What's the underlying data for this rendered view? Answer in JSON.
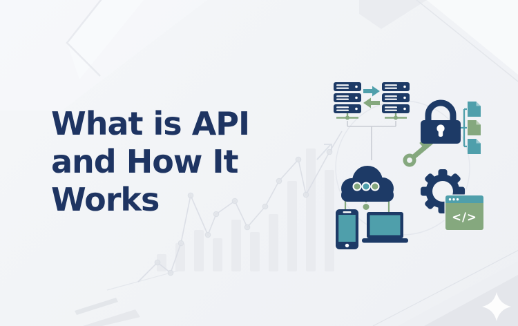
{
  "title": {
    "line1": "What is API",
    "line2": "and How It",
    "line3": "Works"
  },
  "illustration": {
    "code_symbol": "</>",
    "icon_names": [
      "server-exchange-icon",
      "security-lock-key-files-icon",
      "cloud-connected-devices-icon",
      "gear-code-window-icon"
    ]
  },
  "colors": {
    "navy": "#1d3a66",
    "teal": "#4f9fab",
    "green": "#85a87e",
    "background": "#f1f3f6",
    "title_text": "#1e3462"
  },
  "decorations": {
    "sparkle": "four-point-star",
    "background_chart": "faint-bar-and-line-growth-chart"
  }
}
